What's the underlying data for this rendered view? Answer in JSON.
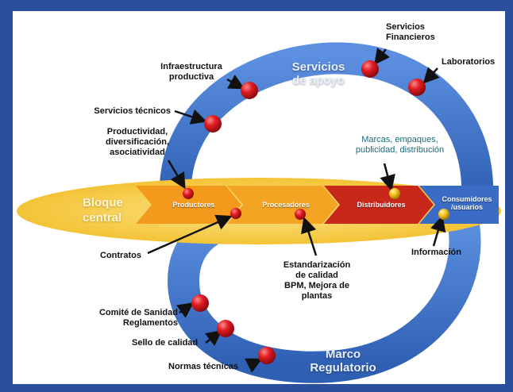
{
  "rings": {
    "top_title": "Servicios\nde apoyo",
    "bottom_title": "Marco\nRegulatorio"
  },
  "center_band": {
    "title": "Bloque\ncentral"
  },
  "chain": [
    {
      "label": "Productores",
      "color": "#f39a1c"
    },
    {
      "label": "Procesadores",
      "color": "#f4a423"
    },
    {
      "label": "Distribuidores",
      "color": "#c8281a"
    },
    {
      "label": "Consumidores\n/usuarios",
      "color": "#3a6cc6"
    }
  ],
  "annotations": {
    "servicios_financieros": "Servicios\nFinancieros",
    "laboratorios": "Laboratorios",
    "infraestructura": "Infraestructura\nproductiva",
    "servicios_tecnicos": "Servicios técnicos",
    "productividad": "Productividad,\ndiversificación,\nasociatividad",
    "marcas": "Marcas, empaques,\npublicidad, distribución",
    "contratos": "Contratos",
    "estandarizacion": "Estandarización\nde calidad\nBPM, Mejora de\nplantas",
    "informacion": "Información",
    "comite": "Comité de Sanidad\nReglamentos",
    "sello": "Sello de calidad",
    "normas": "Normas técnicas"
  },
  "colors": {
    "ring_blue": "#3b6fc4",
    "band_yellow": "#f6c93a",
    "dot_red": "#d8181f",
    "dot_yellow": "#f5c518"
  }
}
